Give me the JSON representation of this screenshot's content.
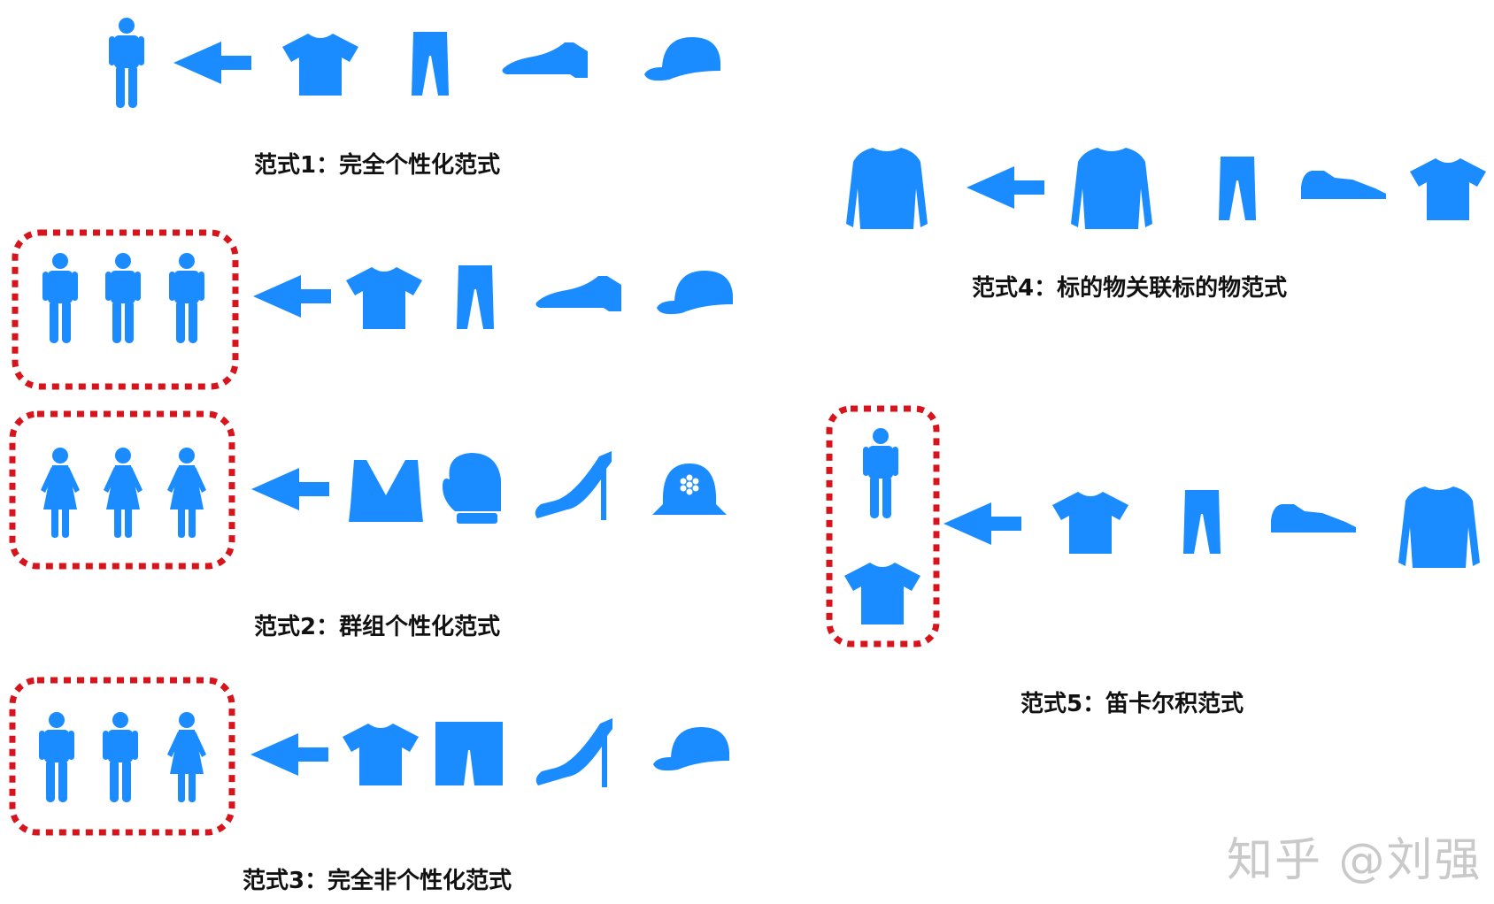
{
  "colors": {
    "icon": "#1a8cff",
    "group_border": "#d7141b",
    "caption_text": "#111111",
    "watermark": "#c9c9c9",
    "background": "#ffffff"
  },
  "paradigms": [
    {
      "id": "p1",
      "caption": "范式1：完全个性化范式",
      "users": [
        "man-icon"
      ],
      "grouped": false,
      "items": [
        "tshirt-icon",
        "jeans-icon",
        "dress-shoe-icon",
        "baseball-cap-icon"
      ]
    },
    {
      "id": "p2",
      "caption": "范式2：群组个性化范式",
      "user_groups": [
        {
          "users": [
            "man-icon",
            "man-icon",
            "man-icon"
          ],
          "items": [
            "tshirt-icon",
            "jeans-icon",
            "dress-shoe-icon",
            "baseball-cap-icon"
          ]
        },
        {
          "users": [
            "woman-icon",
            "woman-icon",
            "woman-icon"
          ],
          "items": [
            "sports-bra-icon",
            "mitten-icon",
            "high-heel-icon",
            "flower-hat-icon"
          ]
        }
      ],
      "grouped": true
    },
    {
      "id": "p3",
      "caption": "范式3：完全非个性化范式",
      "users": [
        "man-icon",
        "man-icon",
        "woman-icon"
      ],
      "grouped": true,
      "items": [
        "tshirt-icon",
        "shorts-icon",
        "high-heel-icon",
        "baseball-cap-icon"
      ]
    },
    {
      "id": "p4",
      "caption": "范式4：标的物关联标的物范式",
      "source": "sweater-icon",
      "items": [
        "sweater-icon",
        "jeans-icon",
        "sneaker-icon",
        "tshirt-icon"
      ]
    },
    {
      "id": "p5",
      "caption": "范式5：笛卡尔积范式",
      "users": [
        "man-icon",
        "tshirt-icon"
      ],
      "grouped": true,
      "items": [
        "tshirt-icon",
        "jeans-icon",
        "sneaker-icon",
        "sweater-icon"
      ]
    }
  ],
  "watermark": "知乎 @刘强"
}
